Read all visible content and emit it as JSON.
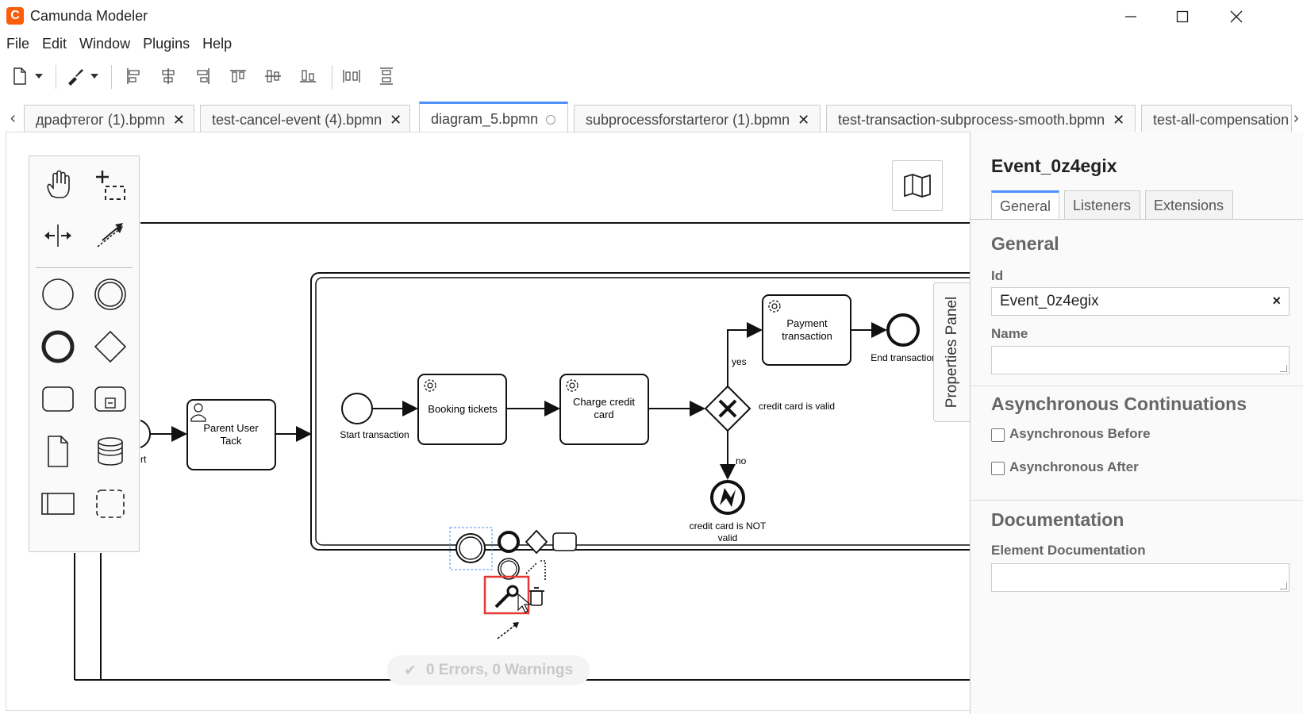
{
  "app": {
    "title": "Camunda Modeler",
    "logo": "C"
  },
  "window_controls": {
    "minimize_icon": "minimize-icon",
    "maximize_icon": "maximize-icon",
    "close_icon": "close-icon"
  },
  "menu": [
    "File",
    "Edit",
    "Window",
    "Plugins",
    "Help"
  ],
  "toolbar": {
    "items": [
      "new-file-icon",
      "dropdown-icon",
      "color-brush-icon",
      "dropdown-icon",
      "align-left-icon",
      "align-center-icon",
      "align-right-icon",
      "align-top-icon",
      "align-middle-icon",
      "align-bottom-icon",
      "distribute-horizontal-icon",
      "distribute-vertical-icon"
    ]
  },
  "tabs": [
    {
      "label": "драфтегог (1).bpmn",
      "active": false,
      "dirty": false
    },
    {
      "label": "test-cancel-event (4).bpmn",
      "active": false,
      "dirty": false
    },
    {
      "label": "diagram_5.bpmn",
      "active": true,
      "dirty": true
    },
    {
      "label": "subprocessforstarteror (1).bpmn",
      "active": false,
      "dirty": false
    },
    {
      "label": "test-transaction-subprocess-smooth.bpmn",
      "active": false,
      "dirty": false
    },
    {
      "label": "test-all-compensation",
      "active": false,
      "dirty": false
    }
  ],
  "tab_close_glyph": "✕",
  "tab_scroll": {
    "left": "‹",
    "right": "›"
  },
  "palette": [
    "hand-tool-icon",
    "lasso-tool-icon",
    "space-tool-icon",
    "global-connect-icon",
    "start-event-icon",
    "intermediate-event-icon",
    "end-event-icon",
    "gateway-icon",
    "task-icon",
    "subprocess-icon",
    "data-object-icon",
    "data-store-icon",
    "pool-icon",
    "group-icon"
  ],
  "diagram": {
    "parent_task": "Parent User\nTack",
    "start_partial": "rt",
    "start_transaction": "Start transaction",
    "booking_tickets": "Booking tickets",
    "charge_card": "Charge credit\ncard",
    "payment_transaction": "Payment\ntransaction",
    "end_transaction": "End transaction",
    "gateway_label": "credit card is valid",
    "flow_yes": "yes",
    "flow_no": "no",
    "error_end": "credit card is NOT\nvalid"
  },
  "status": {
    "text": "0 Errors, 0 Warnings",
    "icon": "check-icon"
  },
  "properties_toggle": "Properties Panel",
  "properties": {
    "title": "Event_0z4egix",
    "tabs": [
      "General",
      "Listeners",
      "Extensions"
    ],
    "sections": {
      "general": "General",
      "async": "Asynchronous Continuations",
      "documentation": "Documentation"
    },
    "id_label": "Id",
    "id_value": "Event_0z4egix",
    "clear_glyph": "×",
    "name_label": "Name",
    "name_value": "",
    "async_before": "Asynchronous Before",
    "async_after": "Asynchronous After",
    "doc_label": "Element Documentation",
    "doc_value": ""
  },
  "colors": {
    "accent": "#4d90fe",
    "brand": "#fc5d0d",
    "highlight": "#e53935",
    "selection": "#4d90fe"
  }
}
